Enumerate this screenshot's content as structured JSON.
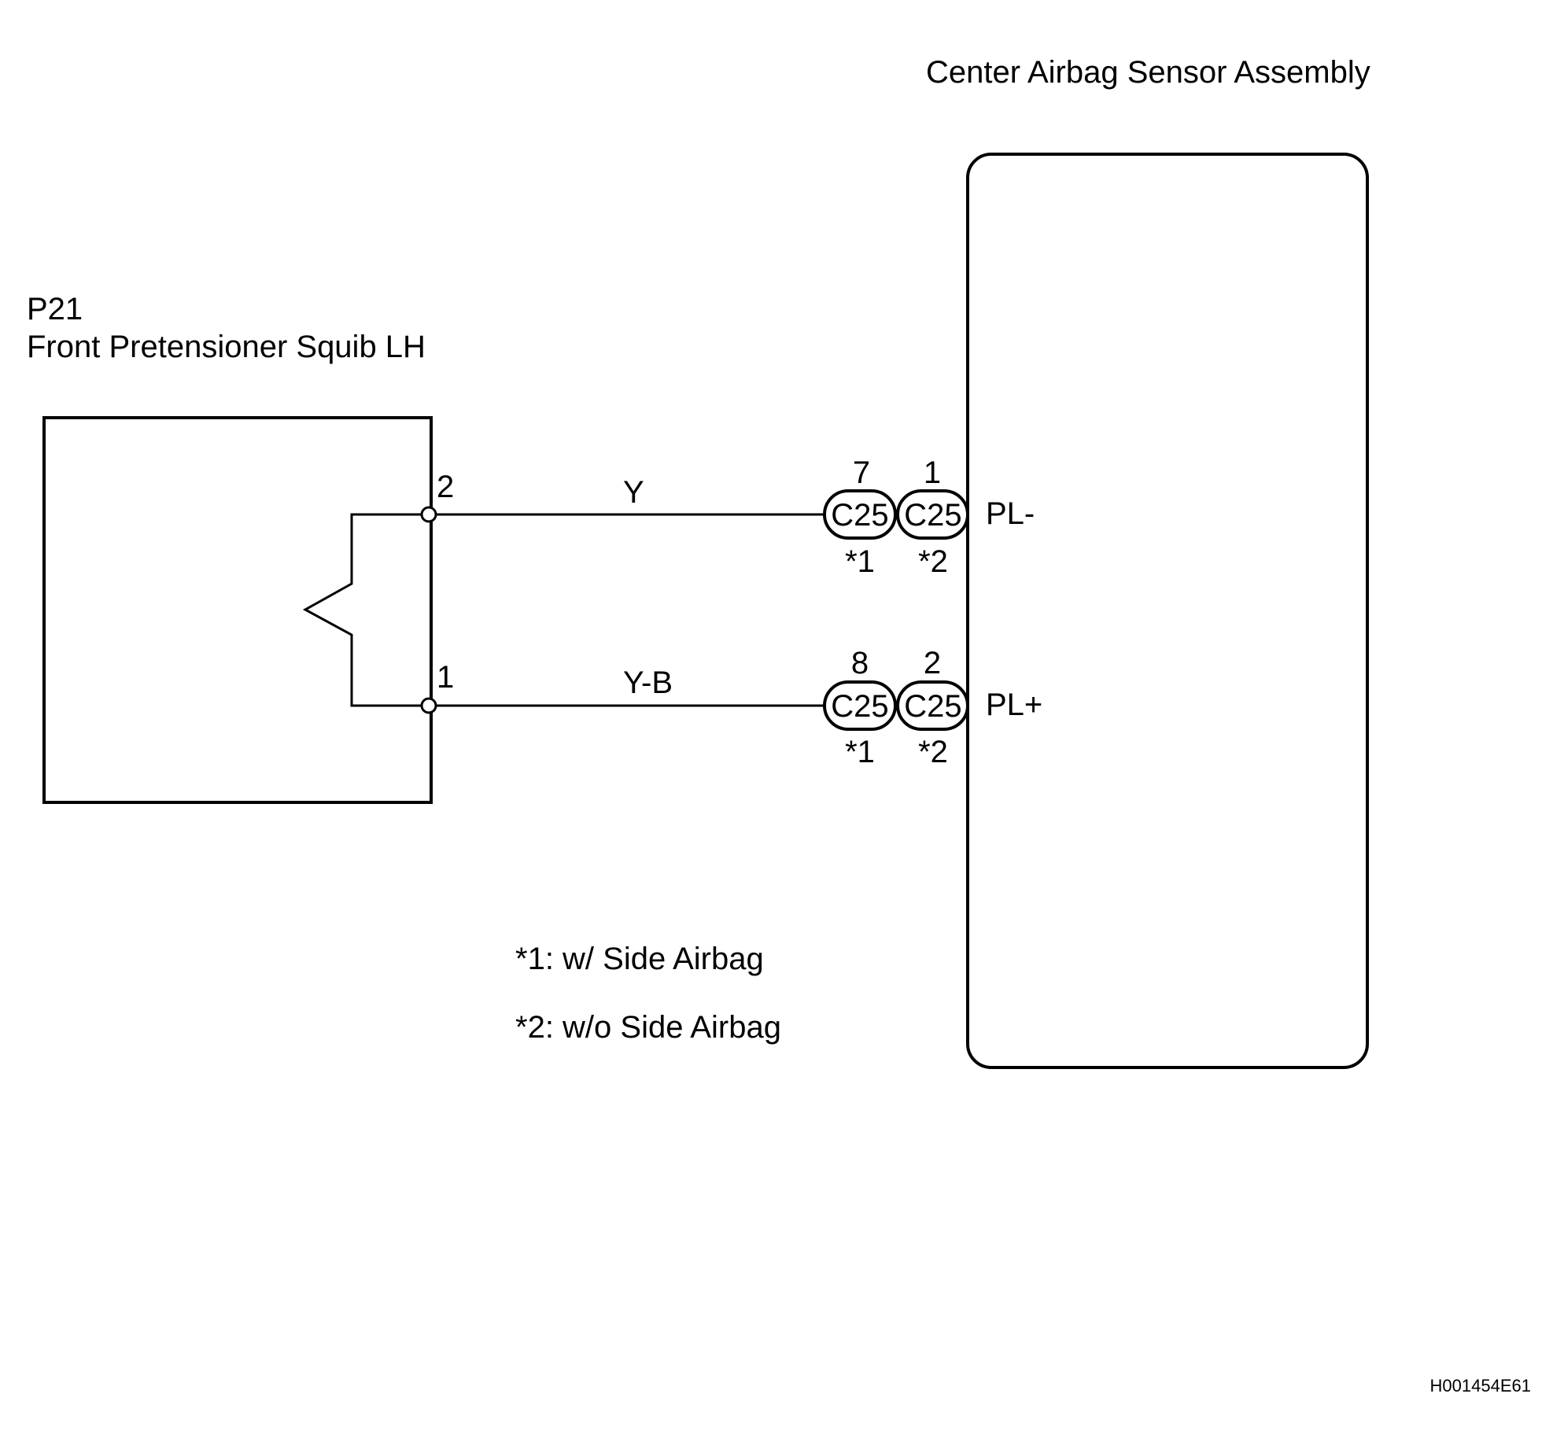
{
  "sensor": {
    "title": "Center Airbag Sensor Assembly",
    "terminals": {
      "upper": "PL-",
      "lower": "PL+"
    }
  },
  "squib": {
    "code": "P21",
    "title": "Front Pretensioner Squib LH",
    "pins": {
      "upper": "2",
      "lower": "1"
    }
  },
  "wires": {
    "upper": "Y",
    "lower": "Y-B"
  },
  "connectors": {
    "upper": [
      {
        "pin": "7",
        "name": "C25",
        "note": "*1"
      },
      {
        "pin": "1",
        "name": "C25",
        "note": "*2"
      }
    ],
    "lower": [
      {
        "pin": "8",
        "name": "C25",
        "note": "*1"
      },
      {
        "pin": "2",
        "name": "C25",
        "note": "*2"
      }
    ]
  },
  "notes": [
    "*1: w/ Side Airbag",
    "*2: w/o Side Airbag"
  ],
  "figure_code": "H001454E61"
}
